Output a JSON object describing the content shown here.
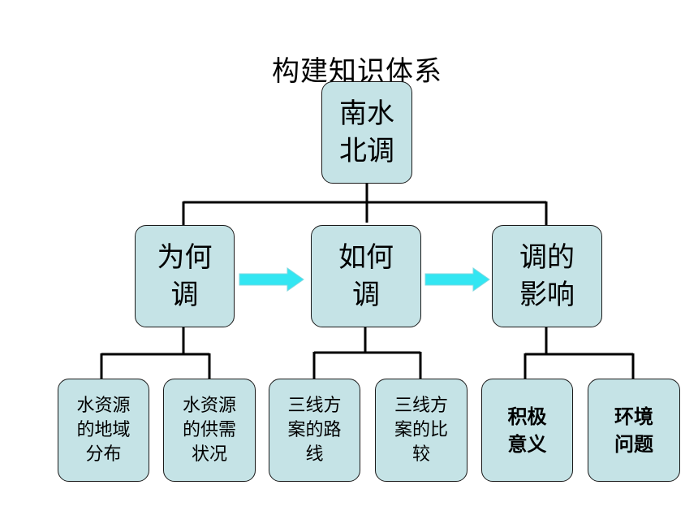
{
  "title": "构建知识体系",
  "root": {
    "label": "南水北调"
  },
  "level1": [
    {
      "label": "为何调"
    },
    {
      "label": "如何调"
    },
    {
      "label": "调的影响"
    }
  ],
  "leaves": [
    {
      "label": "水资源的地域分布"
    },
    {
      "label": "水资源的供需状况"
    },
    {
      "label": "三线方案的路线"
    },
    {
      "label": "三线方案的比较"
    },
    {
      "label": "积极意义"
    },
    {
      "label": "环境问题"
    }
  ],
  "colors": {
    "box_fill": "#c5e3e6",
    "arrow_fill": "#33e6f2"
  }
}
